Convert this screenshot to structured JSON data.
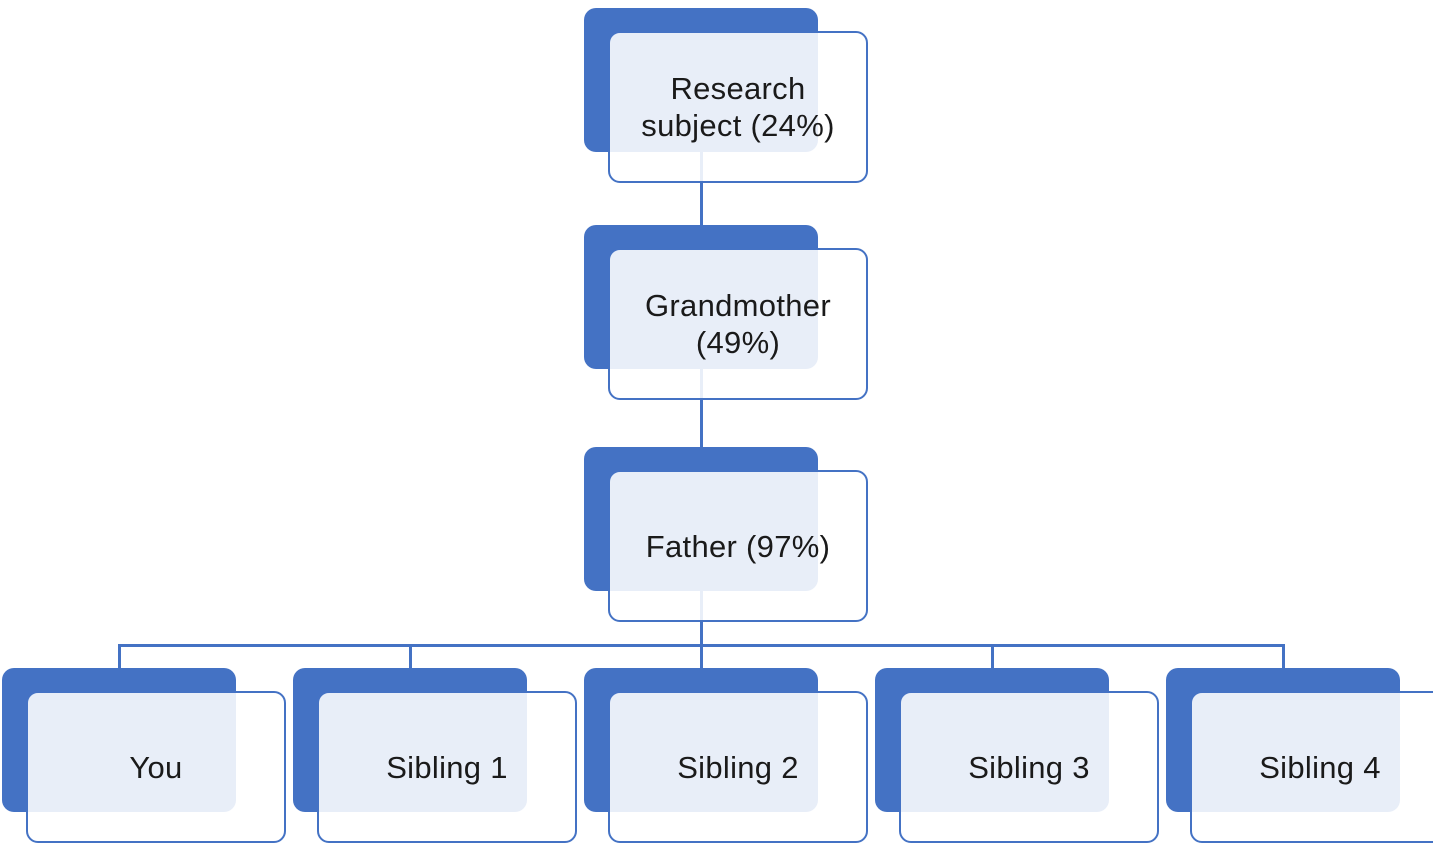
{
  "diagram": {
    "type": "hierarchy-org-chart",
    "description": "Family tree style hierarchy diagram with offset accent boxes",
    "colors": {
      "accent_blue": "#4472C4",
      "node_tint": "#E9EEF8",
      "text": "#1a1a1a",
      "background": "#FFFFFF"
    },
    "nodes": [
      {
        "id": "research-subject",
        "label": "Research subject (24%)",
        "level": 1
      },
      {
        "id": "grandmother",
        "label": "Grandmother (49%)",
        "level": 2
      },
      {
        "id": "father",
        "label": "Father (97%)",
        "level": 3
      },
      {
        "id": "you",
        "label": "You",
        "level": 4
      },
      {
        "id": "sibling-1",
        "label": "Sibling 1",
        "level": 4
      },
      {
        "id": "sibling-2",
        "label": "Sibling 2",
        "level": 4
      },
      {
        "id": "sibling-3",
        "label": "Sibling 3",
        "level": 4
      },
      {
        "id": "sibling-4",
        "label": "Sibling 4",
        "level": 4
      }
    ],
    "edges": [
      {
        "from": "research-subject",
        "to": "grandmother"
      },
      {
        "from": "grandmother",
        "to": "father"
      },
      {
        "from": "father",
        "to": "you"
      },
      {
        "from": "father",
        "to": "sibling-1"
      },
      {
        "from": "father",
        "to": "sibling-2"
      },
      {
        "from": "father",
        "to": "sibling-3"
      },
      {
        "from": "father",
        "to": "sibling-4"
      }
    ]
  }
}
